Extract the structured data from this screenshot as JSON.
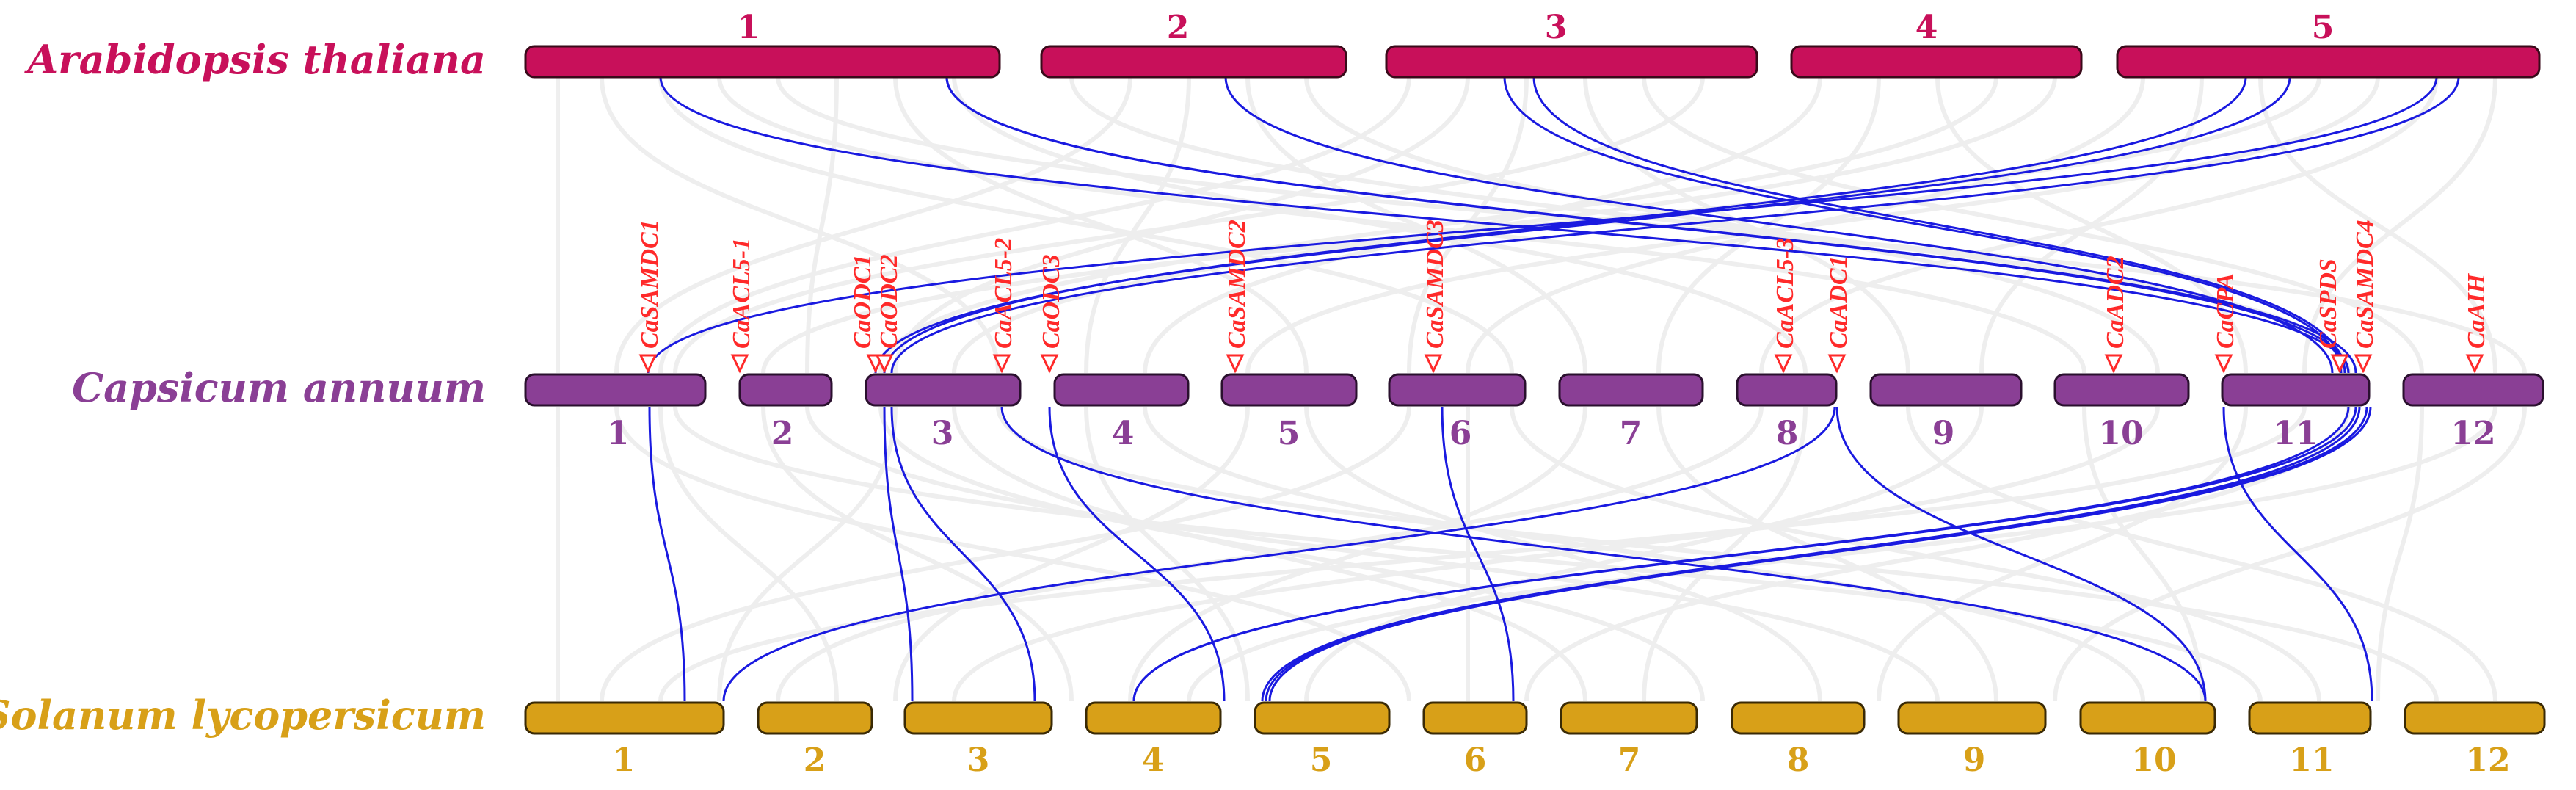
{
  "colors": {
    "at": "#c8105a",
    "ca": "#8a3f95",
    "sl": "#d8a018",
    "link": "#1a1ae0",
    "gene": "#ff2a2a",
    "bg_link": "#e6e6e6"
  },
  "species": [
    {
      "id": "at",
      "label": "Arabidopsis thaliana",
      "color": "#c8105a",
      "chromosomes": [
        "1",
        "2",
        "3",
        "4",
        "5"
      ]
    },
    {
      "id": "ca",
      "label": "Capsicum annuum",
      "color": "#8a3f95",
      "chromosomes": [
        "1",
        "2",
        "3",
        "4",
        "5",
        "6",
        "7",
        "8",
        "9",
        "10",
        "11",
        "12"
      ]
    },
    {
      "id": "sl",
      "label": "Solanum lycopersicum",
      "color": "#d8a018",
      "chromosomes": [
        "1",
        "2",
        "3",
        "4",
        "5",
        "6",
        "7",
        "8",
        "9",
        "10",
        "11",
        "12"
      ]
    }
  ],
  "genes": [
    "CaSAMDC1",
    "CaACL5-1",
    "CaODC1",
    "CaODC2",
    "CaACL5-2",
    "CaODC3",
    "CaSAMDC2",
    "CaSAMDC3",
    "CaACL5-3",
    "CaADC1",
    "CaADC2",
    "CaCPA",
    "CaSPDS",
    "CaSAMDC4",
    "CaAIH"
  ]
}
